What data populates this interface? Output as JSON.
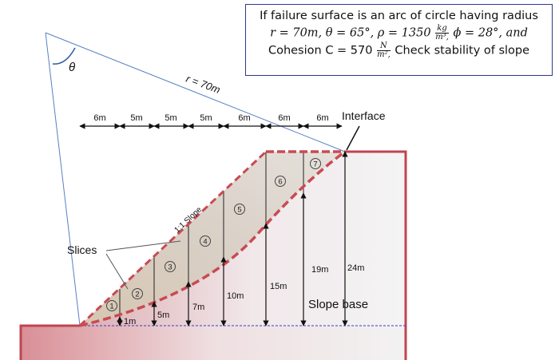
{
  "problem": {
    "line1": "If failure surface is an arc of circle having radius",
    "r_part": "r = 70m, θ = 65°, ρ = 1350",
    "rho_num": "kg",
    "rho_den": "m³,",
    "phi_part": "ϕ = 28°, and",
    "cohesion_part": "Cohesion C = 570",
    "c_num": "N",
    "c_den": "m²,",
    "tail": "Check stability of slope"
  },
  "labels": {
    "theta": "θ",
    "radius": "r = 70m",
    "interface": "Interface",
    "slices": "Slices",
    "slope": "1:1 Slope",
    "slope_base": "Slope base"
  },
  "widths": [
    "6m",
    "5m",
    "5m",
    "5m",
    "6m",
    "6m",
    "6m"
  ],
  "heights": [
    "1m",
    "5m",
    "7m",
    "10m",
    "15m",
    "19m",
    "24m"
  ],
  "slices": [
    "1",
    "2",
    "3",
    "4",
    "5",
    "6",
    "7"
  ],
  "colors": {
    "slope_fill": "#cdbfae",
    "wall": "#c0444f",
    "failure_arc": "#c94a53",
    "radius_lines": "#5a7fc4",
    "box_border": "#2b3a8c",
    "base_line": "#3a3acc"
  }
}
